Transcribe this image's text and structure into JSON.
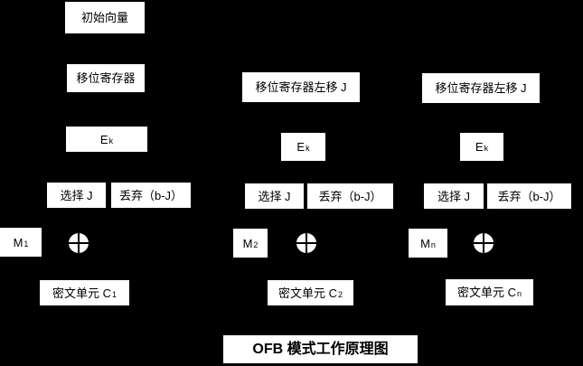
{
  "diagram": {
    "title": "OFB 模式工作原理图",
    "colors": {
      "background": "#000000",
      "box_fill": "#ffffff",
      "box_text": "#000000"
    },
    "columns": [
      {
        "initial_vector": "初始向量",
        "shift_register": "移位寄存器",
        "encryption": {
          "base": "E",
          "sub": "k"
        },
        "select": "选择 J",
        "discard": "丢弃（b-J）",
        "message": {
          "base": "M",
          "sub": "1"
        },
        "xor_icon": "xor-circle-plus",
        "ciphertext": {
          "base": "密文单元 C",
          "sub": "1"
        }
      },
      {
        "shift_register": "移位寄存器左移 J",
        "encryption": {
          "base": "E",
          "sub": "k"
        },
        "select": "选择 J",
        "discard": "丢弃（b-J）",
        "message": {
          "base": "M",
          "sub": "2"
        },
        "xor_icon": "xor-circle-plus",
        "ciphertext": {
          "base": "密文单元 C",
          "sub": "2"
        }
      },
      {
        "shift_register": "移位寄存器左移 J",
        "encryption": {
          "base": "E",
          "sub": "k"
        },
        "select": "选择 J",
        "discard": "丢弃（b-J）",
        "message": {
          "base": "M",
          "sub": "n"
        },
        "xor_icon": "xor-circle-plus",
        "ciphertext": {
          "base": "密文单元 C",
          "sub": "n"
        }
      }
    ]
  }
}
